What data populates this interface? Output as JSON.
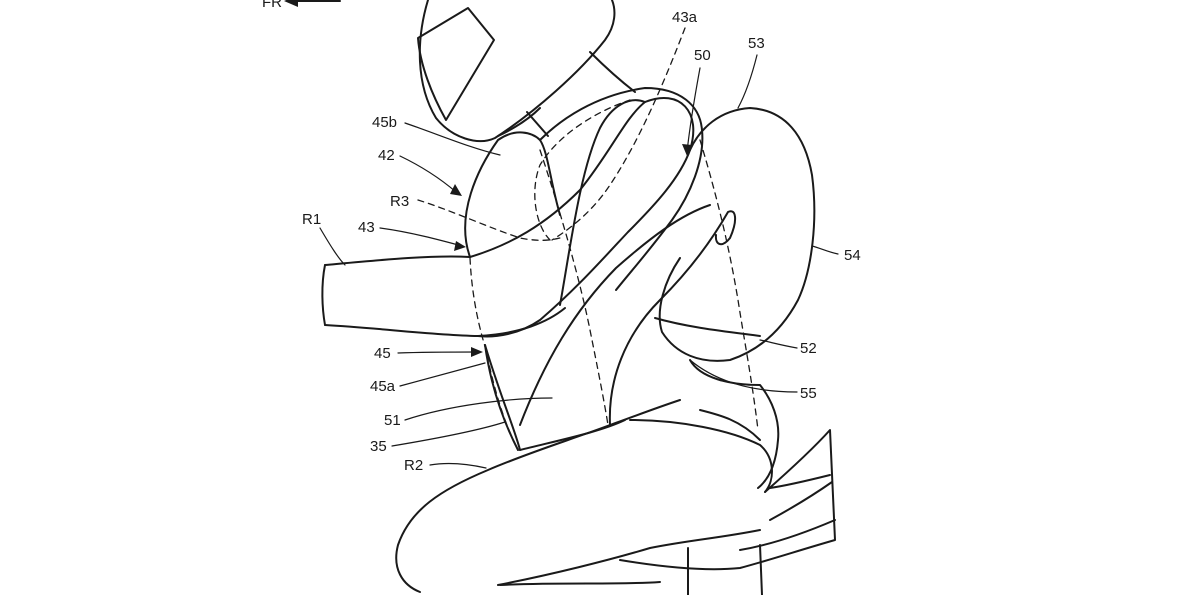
{
  "direction": {
    "label": "FR"
  },
  "labels": {
    "l43a": "43a",
    "l50": "50",
    "l53": "53",
    "l45b": "45b",
    "l42": "42",
    "lR3": "R3",
    "lR1": "R1",
    "l43": "43",
    "l54": "54",
    "l52": "52",
    "l45": "45",
    "l45a": "45a",
    "l55": "55",
    "l51": "51",
    "l35": "35",
    "lR2": "R2"
  }
}
